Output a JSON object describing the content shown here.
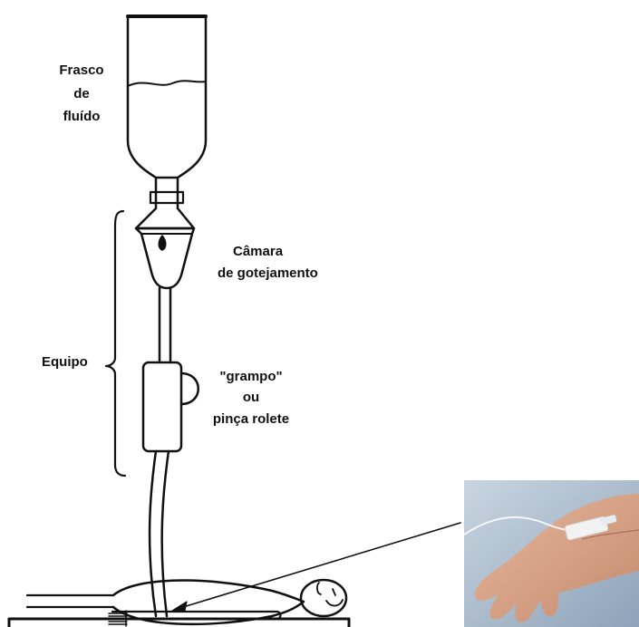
{
  "labels": {
    "frasco_line1": "Frasco",
    "frasco_line2": "de",
    "frasco_line3": "fluído",
    "camara_line1": "Câmara",
    "camara_line2": "de gotejamento",
    "equipo": "Equipo",
    "grampo_line1": "\"grampo\"",
    "grampo_line2": "ou",
    "grampo_line3": "pinça rolete"
  },
  "colors": {
    "stroke": "#111111",
    "background": "#ffffff",
    "skin": "#d9a88c",
    "photo_bg": "#b9c8d6"
  }
}
